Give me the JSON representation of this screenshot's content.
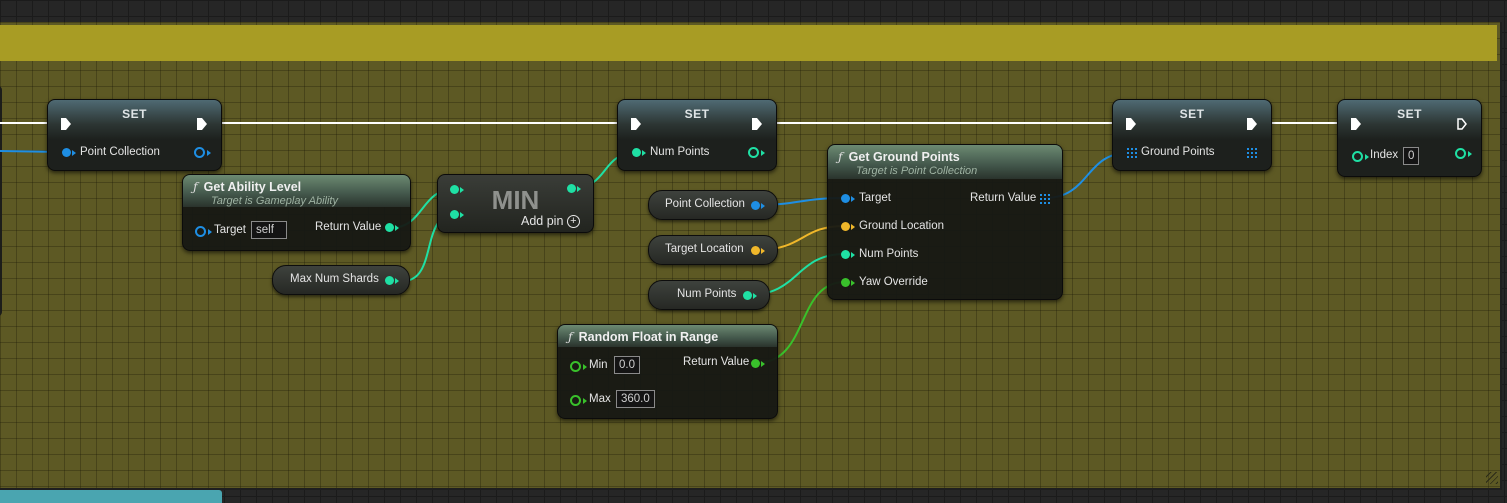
{
  "colors": {
    "object": "#1e8ee3",
    "integer": "#1fe0a4",
    "vector": "#f0b72a",
    "float": "#39c12b",
    "exec": "#ffffff",
    "comment": "#a89c24"
  },
  "set_nodes": [
    {
      "title": "SET",
      "pin_label": "Point Collection"
    },
    {
      "title": "SET",
      "pin_label": "Num Points"
    },
    {
      "title": "SET",
      "pin_label": "Ground Points"
    },
    {
      "title": "SET",
      "pin_label": "Index",
      "pin_value": "0"
    }
  ],
  "get_ability_level": {
    "title": "Get Ability Level",
    "subtitle": "Target is Gameplay Ability",
    "target_label": "Target",
    "target_value": "self",
    "return_label": "Return Value"
  },
  "min_node": {
    "title": "MIN",
    "add_pin_label": "Add pin"
  },
  "variables": {
    "max_num_shards": "Max Num Shards",
    "point_collection": "Point Collection",
    "target_location": "Target Location",
    "num_points": "Num Points"
  },
  "get_ground_points": {
    "title": "Get Ground Points",
    "subtitle": "Target is Point Collection",
    "inputs": [
      "Target",
      "Ground Location",
      "Num Points",
      "Yaw Override"
    ],
    "return_label": "Return Value"
  },
  "random_float": {
    "title": "Random Float in Range",
    "min_label": "Min",
    "min_value": "0.0",
    "max_label": "Max",
    "max_value": "360.0",
    "return_label": "Return Value"
  },
  "icons": {
    "function": "function-icon",
    "add_pin": "add-circle-icon",
    "exec": "exec-pin-icon",
    "array": "array-pin-icon"
  }
}
